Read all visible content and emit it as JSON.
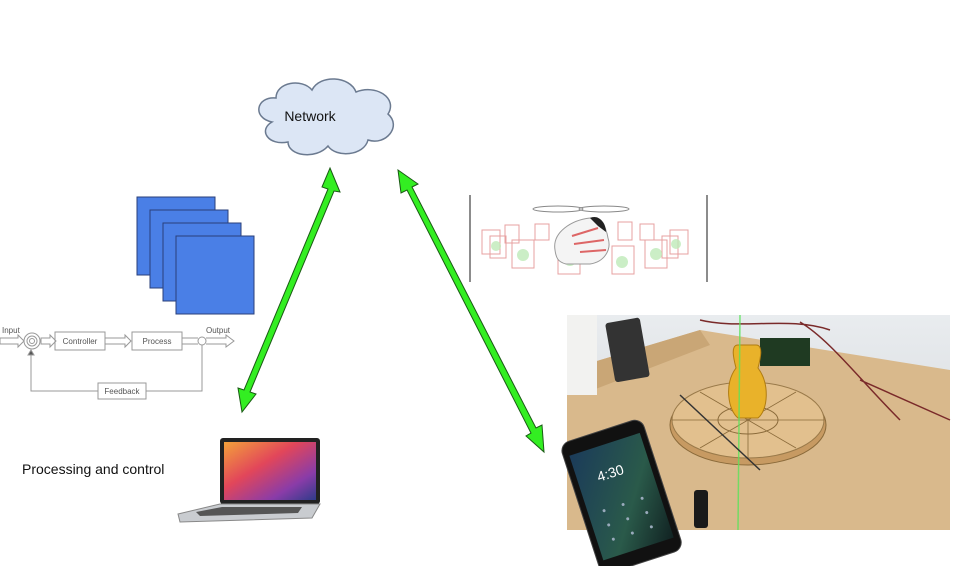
{
  "network": {
    "label": "Network"
  },
  "processing": {
    "label": "Processing and control"
  },
  "block_diagram": {
    "input": "Input",
    "controller": "Controller",
    "process": "Process",
    "output": "Output",
    "feedback": "Feedback"
  },
  "phone": {
    "time": "4:30"
  },
  "colors": {
    "arrow": "#33ee22",
    "blue_stack": "#4a7fe6",
    "cloud": "#dce6f5",
    "wood": "#d9b98c"
  }
}
